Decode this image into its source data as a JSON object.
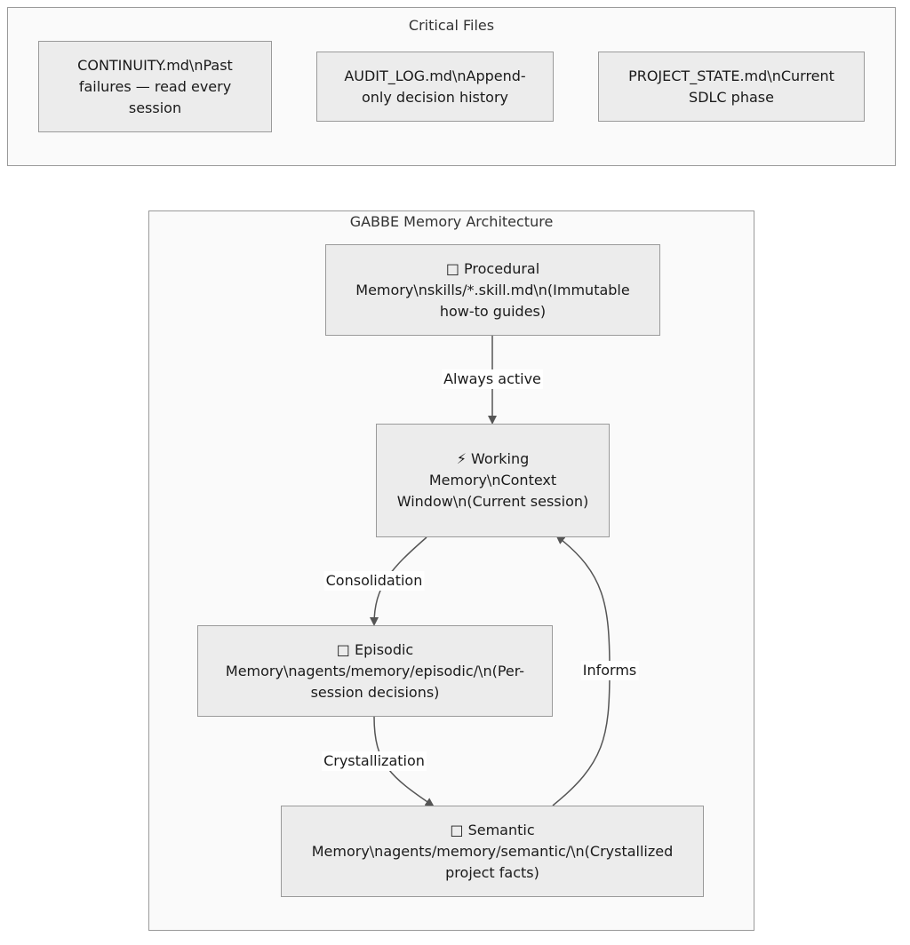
{
  "critical_files": {
    "title": "Critical Files",
    "continuity": "CONTINUITY.md\\nPast failures — read every session",
    "audit_log": "AUDIT_LOG.md\\nAppend-only decision history",
    "project_state": "PROJECT_STATE.md\\nCurrent SDLC phase"
  },
  "memory_architecture": {
    "title": "GABBE Memory Architecture",
    "procedural": "□ Procedural Memory\\nskills/*.skill.md\\n(Immutable how-to guides)",
    "working": "⚡ Working Memory\\nContext Window\\n(Current session)",
    "episodic": "□ Episodic Memory\\nagents/memory/episodic/\\n(Per-session decisions)",
    "semantic": "□ Semantic Memory\\nagents/memory/semantic/\\n(Crystallized project facts)"
  },
  "edges": {
    "always_active": "Always active",
    "consolidation": "Consolidation",
    "crystallization": "Crystallization",
    "informs": "Informs"
  },
  "colors": {
    "node_fill": "#ececec",
    "group_fill": "#fafafa",
    "border": "#9a9a9a",
    "arrow": "#555555"
  }
}
